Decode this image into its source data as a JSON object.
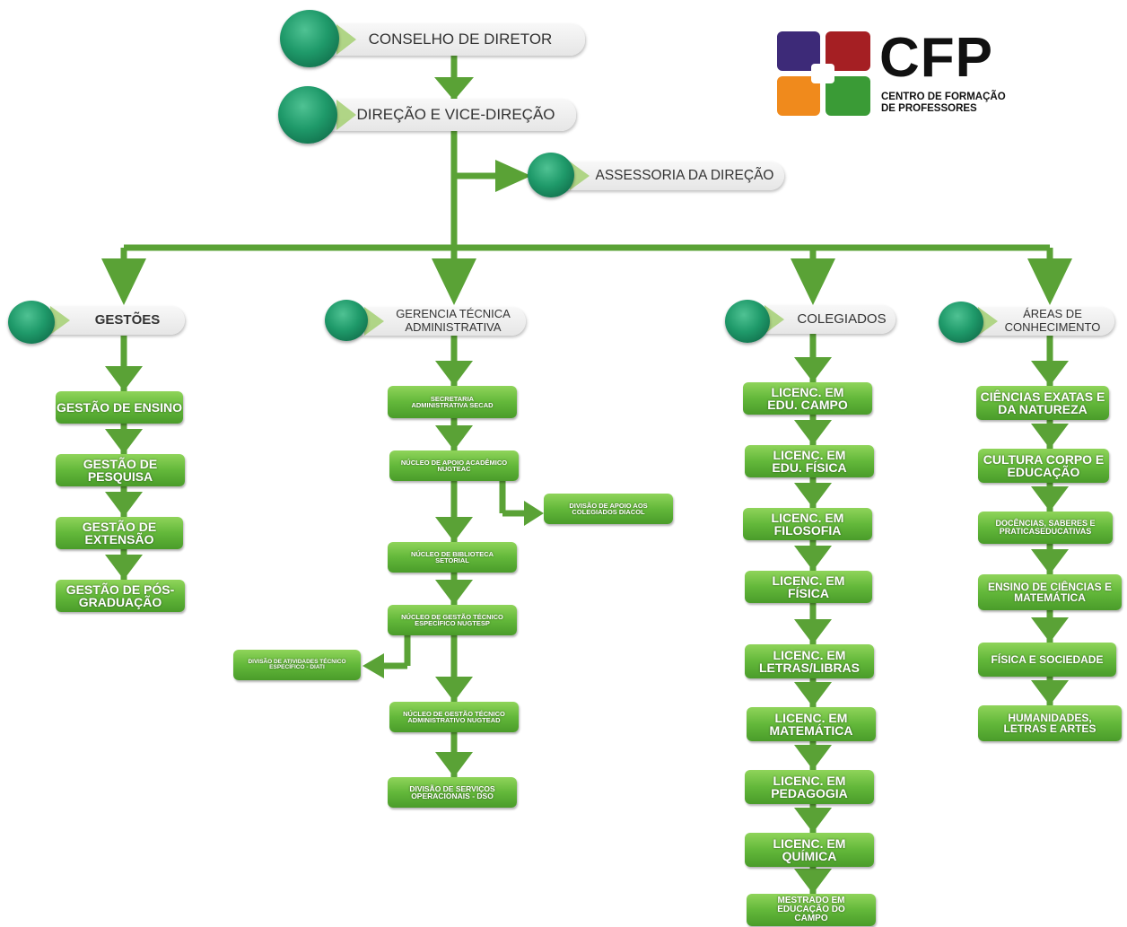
{
  "top": {
    "conselho": "CONSELHO DE DIRETOR",
    "direcao": "DIREÇÃO E VICE-DIREÇÃO",
    "assessoria": "ASSESSORIA DA DIREÇÃO"
  },
  "logo": {
    "name": "CFP",
    "subtitle_line1": "CENTRO DE FORMAÇÃO",
    "subtitle_line2": "DE PROFESSORES",
    "colors": [
      "#3d2a78",
      "#a51f23",
      "#f08a1c",
      "#3a9b36"
    ]
  },
  "branches": {
    "gestoes": {
      "title": "GESTÕES",
      "items": [
        "GESTÃO DE ENSINO",
        "GESTÃO DE PESQUISA",
        "GESTÃO DE EXTENSÃO",
        "GESTÃO DE PÓS-GRADUAÇÃO"
      ]
    },
    "gerencia": {
      "title": "GERENCIA TÉCNICA ADMINISTRATIVA",
      "items": [
        "SECRETARIA ADMINISTRATIVA SECAD",
        "NÚCLEO DE APOIO ACADÊMICO NUGTEAC",
        "NÚCLEO DE BIBLIOTECA SETORIAL",
        "NÚCLEO DE GESTÃO TÉCNICO ESPECÍFICO NUGTESP",
        "NÚCLEO DE GESTÃO TÉCNICO ADMINISTRATIVO NUGTEAD",
        "DIVISÃO DE SERVIÇOS OPERACIONAIS - DSO"
      ],
      "side_diacol": "DIVISÃO DE APOIO AOS COLEGIADOS DIACOL",
      "side_diati": "DIVISÃO DE ATIVIDADES TÉCNICO ESPECÍFICO - DIATI"
    },
    "colegiados": {
      "title": "COLEGIADOS",
      "items": [
        "LICENC. EM EDU. CAMPO",
        "LICENC. EM EDU. FÍSICA",
        "LICENC. EM FILOSOFIA",
        "LICENC. EM FÍSICA",
        "LICENC. EM LETRAS/LIBRAS",
        "LICENC. EM MATEMÁTICA",
        "LICENC. EM PEDAGOGIA",
        "LICENC. EM QUÍMICA",
        "MESTRADO EM EDUCAÇÃO DO CAMPO"
      ]
    },
    "areas": {
      "title": "ÁREAS DE CONHECIMENTO",
      "items": [
        "CIÊNCIAS EXATAS E DA NATUREZA",
        "CULTURA CORPO E EDUCAÇÃO",
        "DOCÊNCIAS, SABERES E PRATICASEDUCATIVAS",
        "ENSINO DE CIÊNCIAS E MATEMÁTICA",
        "FÍSICA E SOCIEDADE",
        "HUMANIDADES, LETRAS E ARTES"
      ]
    }
  }
}
